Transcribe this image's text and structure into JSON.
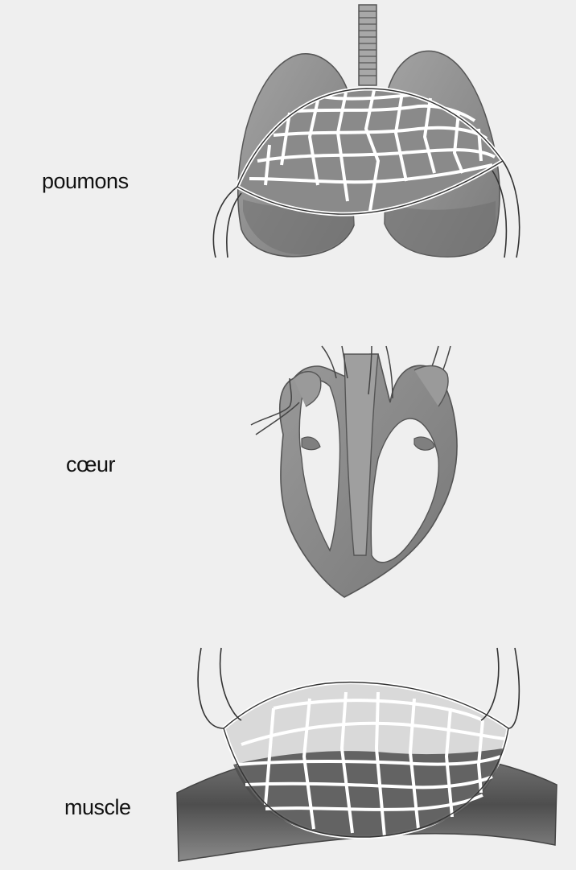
{
  "labels": {
    "lungs": "poumons",
    "heart": "cœur",
    "muscle": "muscle"
  },
  "colors": {
    "background": "#efefef",
    "organ_fill": "#8d8d8d",
    "organ_dark": "#6e6e6e",
    "vessel_fill": "#ffffff",
    "outline": "#3a3a3a"
  }
}
